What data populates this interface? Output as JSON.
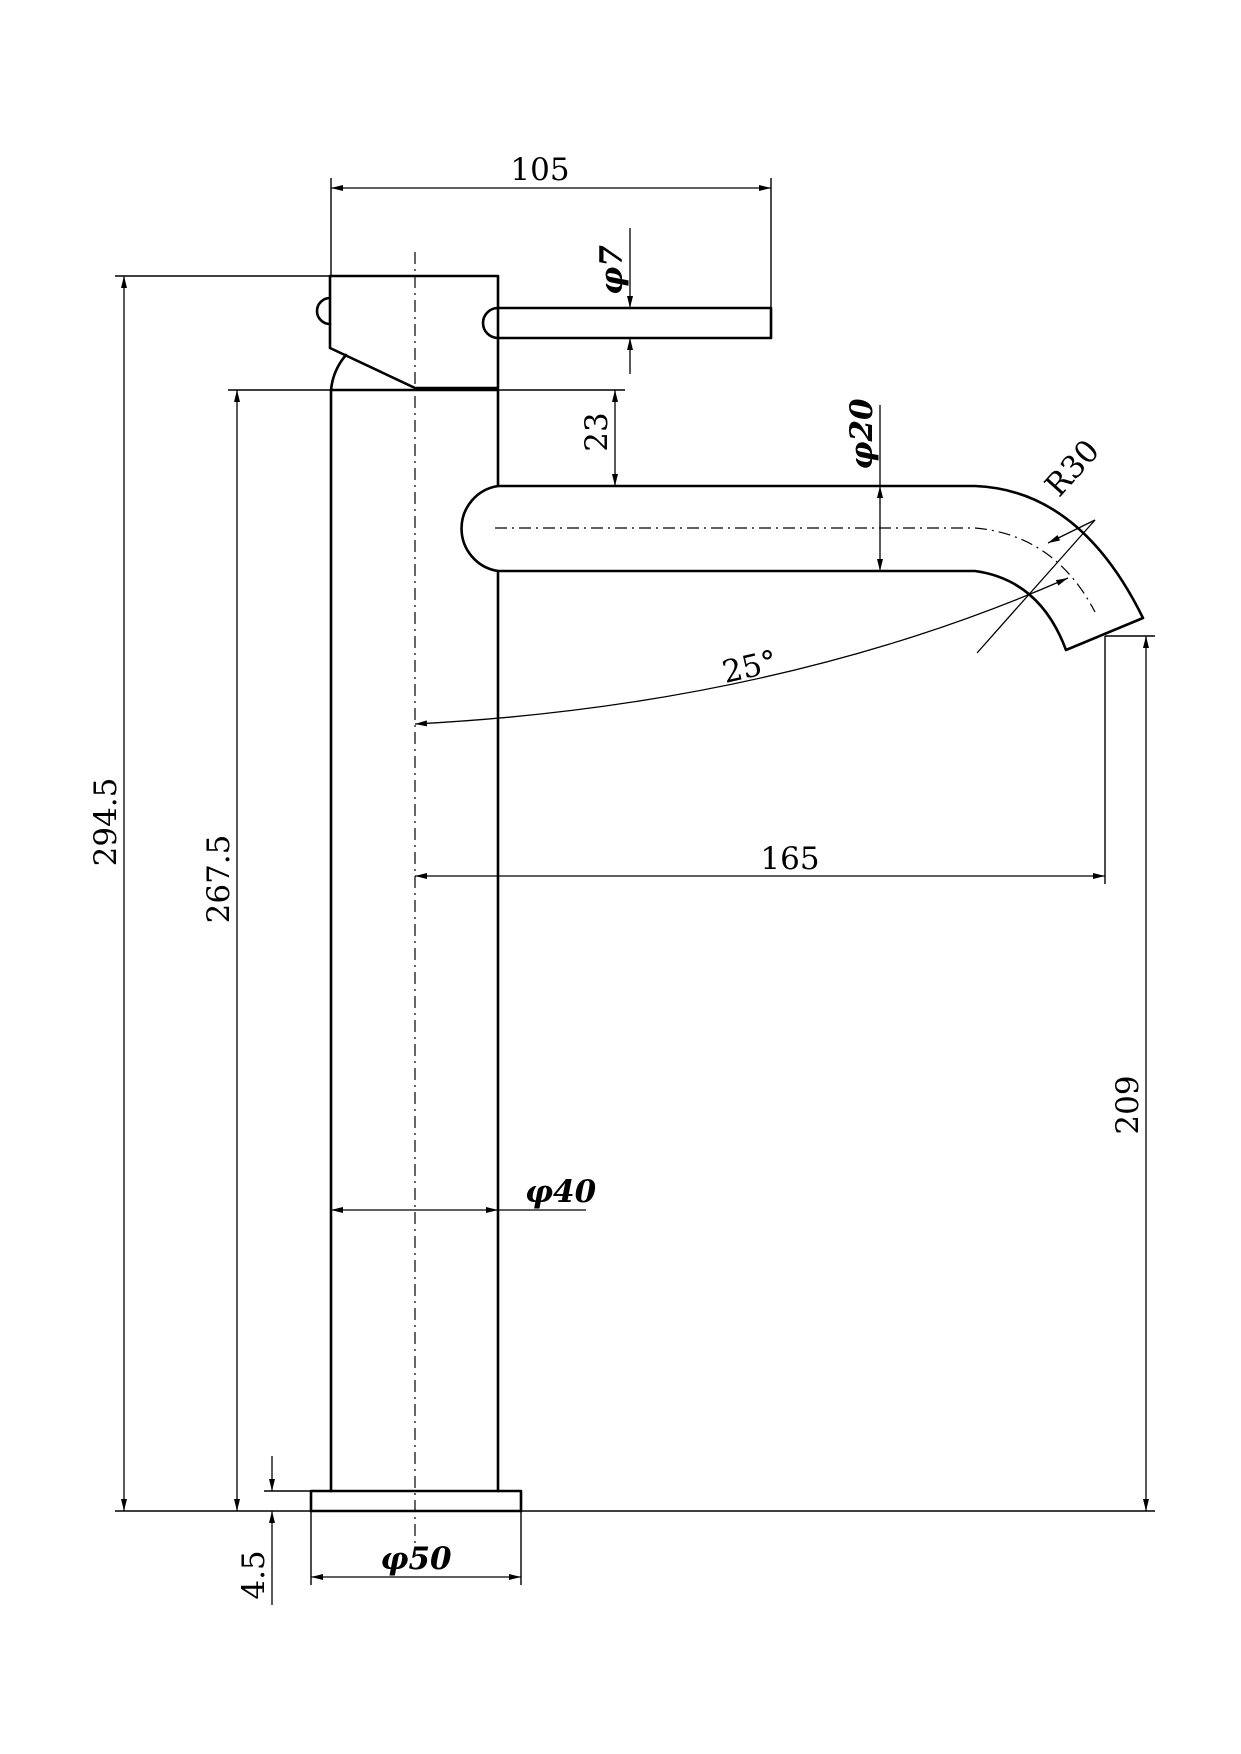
{
  "dimensions": {
    "handle_width": "105",
    "lever_diameter": "φ7",
    "total_height": "294.5",
    "body_height": "267.5",
    "spout_offset": "23",
    "spout_diameter": "φ20",
    "spout_radius": "R30",
    "spout_angle": "25°",
    "spout_reach": "165",
    "spout_clearance": "209",
    "body_diameter": "φ40",
    "base_thickness": "4.5",
    "base_diameter": "φ50"
  }
}
